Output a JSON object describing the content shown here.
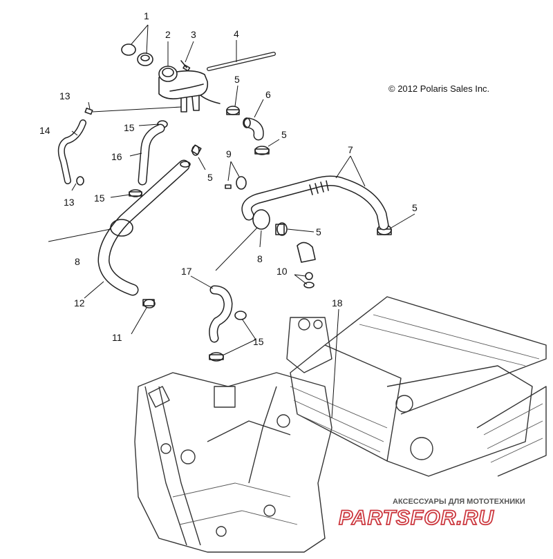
{
  "copyright": "© 2012 Polaris Sales Inc.",
  "watermark": {
    "tagline": "АКСЕССУАРЫ ДЛЯ МОТОТЕХНИКИ",
    "brand": "PARTSFOR.RU",
    "brand_color": "#c7222a"
  },
  "callouts": {
    "c1": "1",
    "c2": "2",
    "c3": "3",
    "c4": "4",
    "c5a": "5",
    "c6": "6",
    "c5b": "5",
    "c5c": "5",
    "c7": "7",
    "c5d": "5",
    "c5e": "5",
    "c13a": "13",
    "c14": "14",
    "c15a": "15",
    "c16": "16",
    "c9": "9",
    "c13b": "13",
    "c15b": "15",
    "c8a": "8",
    "c8b": "8",
    "c10": "10",
    "c12": "12",
    "c17": "17",
    "c18": "18",
    "c11": "11",
    "c15c": "15"
  }
}
